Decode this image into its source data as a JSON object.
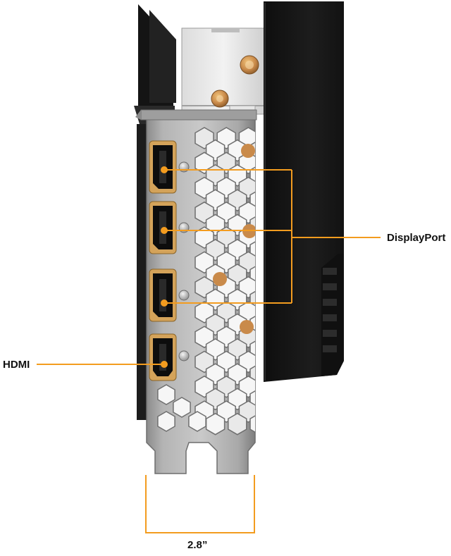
{
  "labels": {
    "displayport": "DisplayPort",
    "hdmi": "HDMI",
    "bracket_width": "2.8”"
  },
  "colors": {
    "accent": "#f39c1f",
    "bracket": "#a9a9a9",
    "bracket_dark": "#7a7a7a",
    "shroud": "#1a1a1a",
    "port": "#0d0d0d",
    "copper": "#c98a4a"
  },
  "ports": [
    {
      "type": "DisplayPort"
    },
    {
      "type": "DisplayPort"
    },
    {
      "type": "DisplayPort"
    },
    {
      "type": "HDMI"
    }
  ]
}
